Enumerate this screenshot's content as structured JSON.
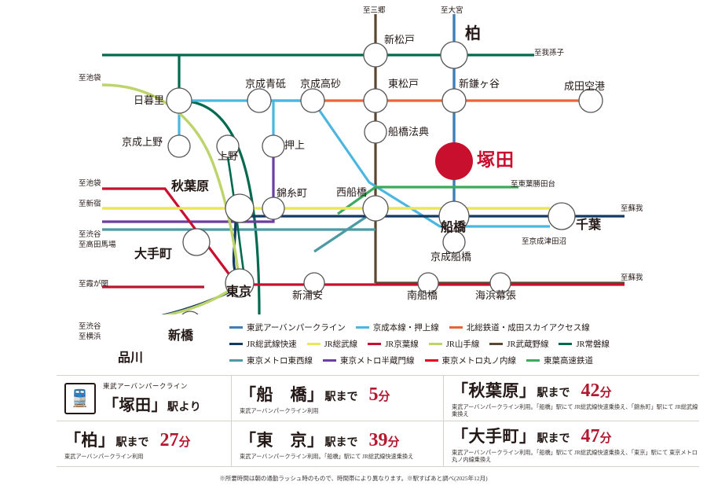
{
  "map": {
    "highlight": {
      "label": "塚田",
      "color": "#c8102e"
    },
    "stations": [
      {
        "name": "新松戸"
      },
      {
        "name": "柏"
      },
      {
        "name": "日暮里"
      },
      {
        "name": "京成青砥"
      },
      {
        "name": "京成高砂"
      },
      {
        "name": "東松戸"
      },
      {
        "name": "新鎌ヶ谷"
      },
      {
        "name": "成田空港"
      },
      {
        "name": "京成上野"
      },
      {
        "name": "上野"
      },
      {
        "name": "押上"
      },
      {
        "name": "船橋法典"
      },
      {
        "name": "秋葉原"
      },
      {
        "name": "錦糸町"
      },
      {
        "name": "西船橋"
      },
      {
        "name": "船橋"
      },
      {
        "name": "千葉"
      },
      {
        "name": "京成船橋"
      },
      {
        "name": "大手町"
      },
      {
        "name": "東京"
      },
      {
        "name": "新浦安"
      },
      {
        "name": "南船橋"
      },
      {
        "name": "海浜幕張"
      },
      {
        "name": "新橋"
      },
      {
        "name": "品川"
      }
    ],
    "directions": [
      {
        "name": "至三郷"
      },
      {
        "name": "至大宮"
      },
      {
        "name": "至我孫子"
      },
      {
        "name": "至池袋"
      },
      {
        "name": "至池袋"
      },
      {
        "name": "至新宿"
      },
      {
        "name": "至渋谷"
      },
      {
        "name": "至高田馬場"
      },
      {
        "name": "至霞が関"
      },
      {
        "name": "至渋谷"
      },
      {
        "name": "至横浜"
      },
      {
        "name": "至東葉勝田台"
      },
      {
        "name": "至蘇我"
      },
      {
        "name": "至京成津田沼"
      },
      {
        "name": "至蘇我"
      }
    ]
  },
  "legend": {
    "rows": [
      [
        {
          "label": "東武アーバンパークライン",
          "color": "#3f7fb5"
        },
        {
          "label": "京成本線・押上線",
          "color": "#4bb7e0"
        },
        {
          "label": "北総鉄道・成田スカイアクセス線",
          "color": "#e4673c"
        }
      ],
      [
        {
          "label": "JR総武線快速",
          "color": "#123a63"
        },
        {
          "label": "JR総武線",
          "color": "#ece659"
        },
        {
          "label": "JR京葉線",
          "color": "#c8102e"
        },
        {
          "label": "JR山手線",
          "color": "#bcd46a"
        },
        {
          "label": "JR武蔵野線",
          "color": "#5b4632"
        },
        {
          "label": "JR常磐線",
          "color": "#00694e"
        }
      ],
      [
        {
          "label": "東京メトロ東西線",
          "color": "#4d9aa5"
        },
        {
          "label": "東京メトロ半蔵門線",
          "color": "#6b3fa0"
        },
        {
          "label": "東京メトロ丸ノ内線",
          "color": "#e60027"
        },
        {
          "label": "東葉高速鉄道",
          "color": "#3aaa5c"
        }
      ]
    ]
  },
  "info": {
    "origin": {
      "line_name": "東武アーバンパークライン",
      "station": "「塚田」",
      "suffix": "駅より",
      "icon": "train-icon"
    },
    "routes": [
      {
        "station": "「船　橋」",
        "to": "駅まで",
        "time": "5",
        "unit": "分",
        "note": "東武アーバンパークライン利用"
      },
      {
        "station": "「秋葉原」",
        "to": "駅まで",
        "time": "42",
        "unit": "分",
        "note": "東武アーバンパークライン利用。「船橋」駅にて JR総武線快速乗換え、「錦糸町」駅にて JR総武線乗換え"
      },
      {
        "station": "「柏」",
        "to": "駅まで",
        "time": "27",
        "unit": "分",
        "note": "東武アーバンパークライン利用"
      },
      {
        "station": "「東　京」",
        "to": "駅まで",
        "time": "39",
        "unit": "分",
        "note": "東武アーバンパークライン利用。「船橋」駅にて JR総武線快速乗換え"
      },
      {
        "station": "「大手町」",
        "to": "駅まで",
        "time": "47",
        "unit": "分",
        "note": "東武アーバンパークライン利用。「船橋」駅にて JR総武線快速乗換え、「東京」駅にて 東京メトロ丸ノ内線乗換え"
      }
    ]
  },
  "disclaimer": "※所要時間は朝の通勤ラッシュ時のもので、時間帯により異なります。※駅すばあと調べ(2025年12月)"
}
